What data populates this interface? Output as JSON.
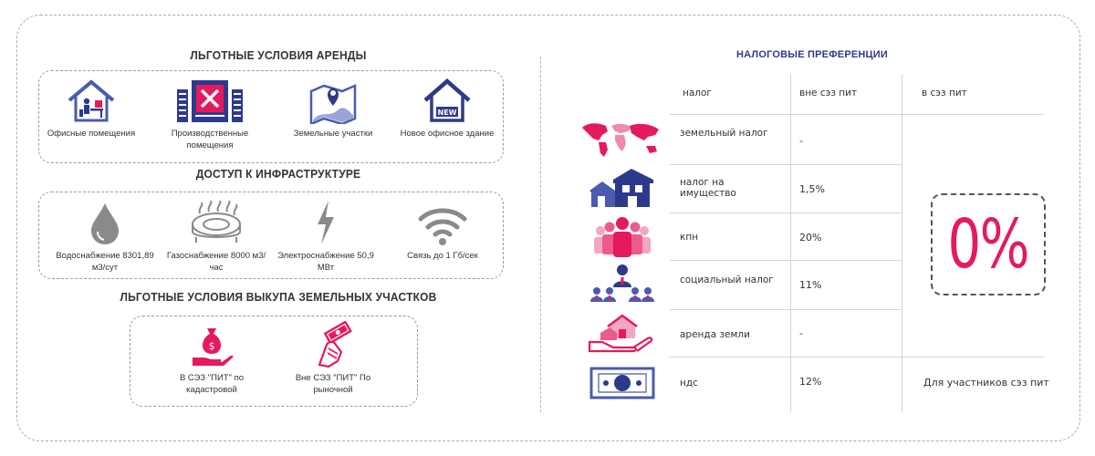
{
  "left": {
    "rent_title": "ЛЬГОТНЫЕ УСЛОВИЯ АРЕНДЫ",
    "rent_items": [
      {
        "label": "Офисные помещения",
        "icon": "office-house-icon"
      },
      {
        "label": "Производственные помещения",
        "icon": "production-building-icon"
      },
      {
        "label": "Земельные участки",
        "icon": "land-map-pin-icon"
      },
      {
        "label": "Новое офисное здание",
        "icon": "new-building-icon"
      }
    ],
    "infra_title": "ДОСТУП К ИНФРАСТРУКТУРЕ",
    "infra_items": [
      {
        "label": "Водоснабжение 8301,89 м3/сут",
        "icon": "water-drop-icon"
      },
      {
        "label": "Газоснабжение 8000 м3/час",
        "icon": "gas-burner-icon"
      },
      {
        "label": "Электроснабжение 50,9 МВт",
        "icon": "lightning-icon"
      },
      {
        "label": "Связь до 1 Гб/сек",
        "icon": "wifi-icon"
      }
    ],
    "buyout_title": "ЛЬГОТНЫЕ УСЛОВИЯ ВЫКУПА ЗЕМЕЛЬНЫХ УЧАСТКОВ",
    "buyout_items": [
      {
        "label": "В СЭЗ \"ПИТ\" по кадастровой",
        "icon": "money-bag-hand-icon"
      },
      {
        "label": "Вне СЭЗ \"ПИТ\" По рыночной",
        "icon": "cash-hand-icon"
      }
    ]
  },
  "right": {
    "title": "НАЛОГОВЫЕ ПРЕФЕРЕНЦИИ",
    "headers": {
      "tax": "налог",
      "outside": "вне сэз пит",
      "inside": "в сэз пит"
    },
    "rows": [
      {
        "name": "земельный налог",
        "outside": "-",
        "icon": "world-map-icon"
      },
      {
        "name": "налог на имущество",
        "outside": "1,5%",
        "icon": "houses-icon"
      },
      {
        "name": "кпн",
        "outside": "20%",
        "icon": "people-group-icon"
      },
      {
        "name": "социальный налог",
        "outside": "11%",
        "icon": "team-manager-icon"
      },
      {
        "name": "аренда земли",
        "outside": "-",
        "icon": "house-on-hand-icon"
      },
      {
        "name": "ндс",
        "outside": "12%",
        "icon": "banknote-icon"
      }
    ],
    "inside_value": "0%",
    "inside_note": "Для участников сэз пит"
  },
  "colors": {
    "accent": "#e5195e",
    "navy": "#2d3a8c",
    "gray": "#8a8a8a"
  }
}
